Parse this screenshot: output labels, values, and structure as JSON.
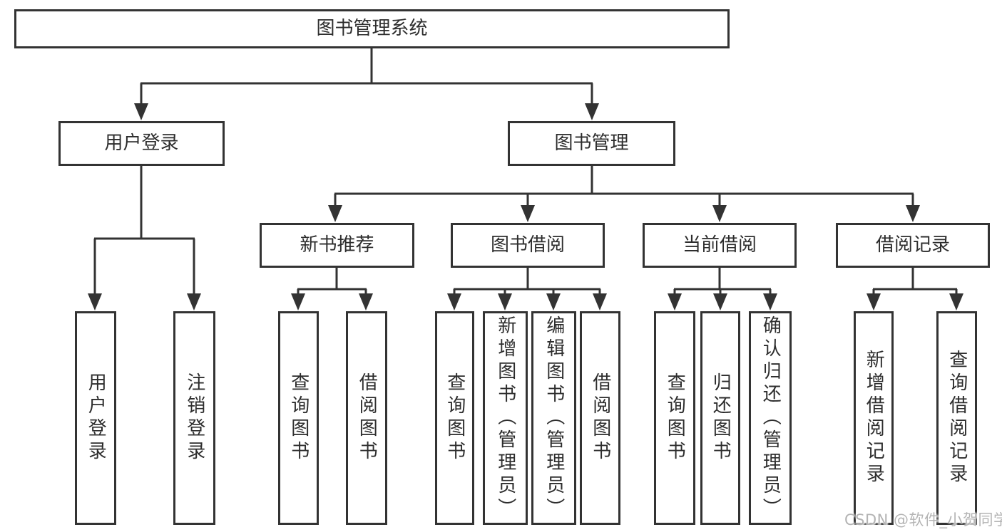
{
  "diagram": {
    "root": "图书管理系统",
    "level2": [
      "用户登录",
      "图书管理"
    ],
    "level3": [
      "新书推荐",
      "图书借阅",
      "当前借阅",
      "借阅记录"
    ],
    "leaves": {
      "user_login": [
        "用户登录",
        "注销登录"
      ],
      "new_book_recommend": [
        "查询图书",
        "借阅图书"
      ],
      "book_borrow": [
        "查询图书",
        "新增图书（管理员）",
        "编辑图书（管理员）",
        "借阅图书"
      ],
      "current_borrow": [
        "查询图书",
        "归还图书",
        "确认归还（管理员）"
      ],
      "borrow_records": [
        "新增借阅记录",
        "查询借阅记录"
      ]
    }
  },
  "watermark": "CSDN @软件_小贺同学",
  "colors": {
    "line": "#333333",
    "box_border": "#333333",
    "text": "#2d2d2d",
    "watermark": "#b4b4b4",
    "background": "#ffffff"
  }
}
